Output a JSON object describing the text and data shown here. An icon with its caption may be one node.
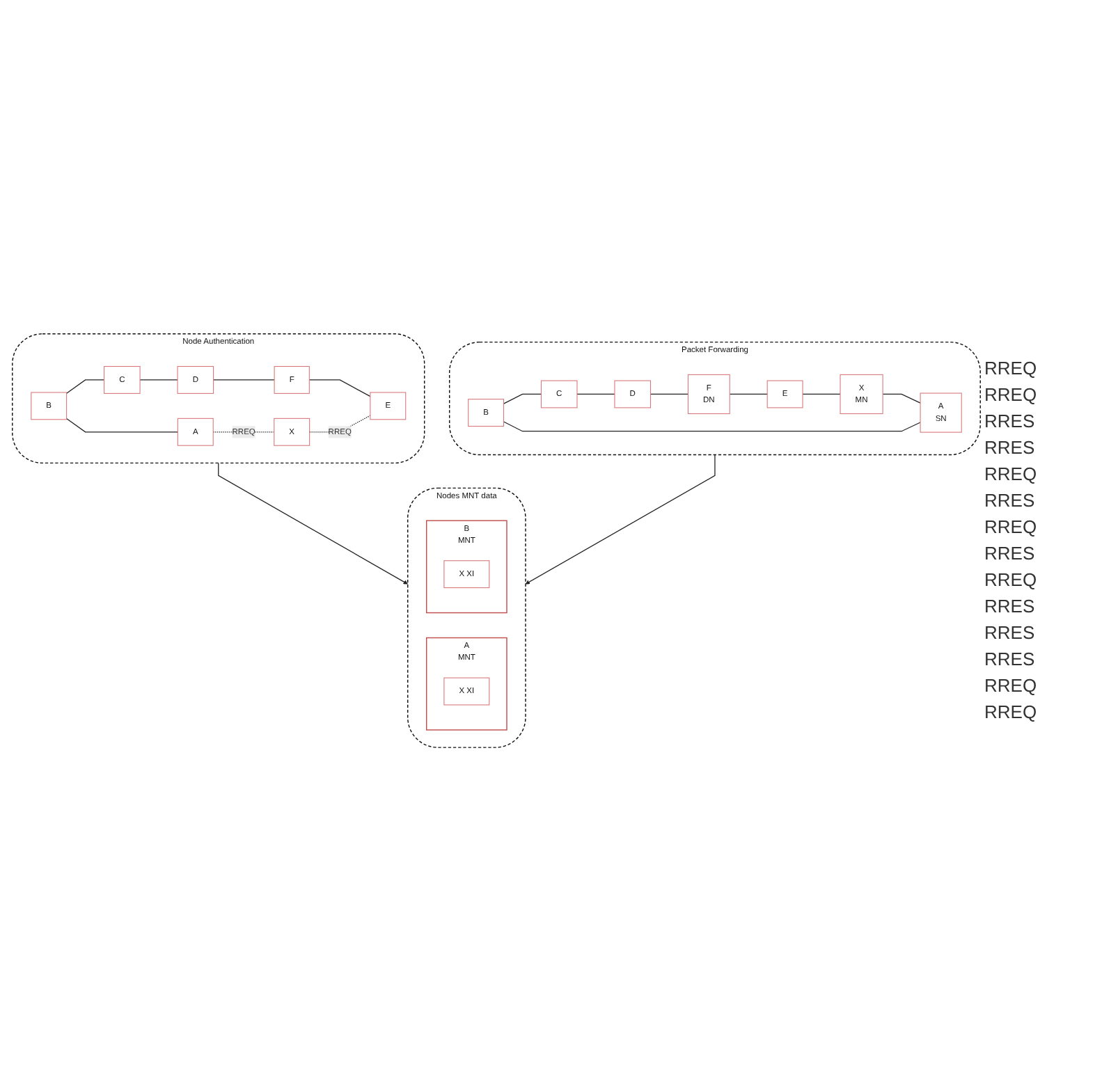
{
  "diagram": {
    "nodes": [
      {
        "text": [
          "Node Authentication"
        ]
      },
      {
        "text": [
          "B"
        ],
        "in": 0
      },
      {
        "text": [
          "A"
        ],
        "in": 0
      },
      {
        "text": [
          "C"
        ],
        "in": 0
      },
      {
        "text": [
          "D"
        ],
        "in": 0
      },
      {
        "text": [
          "X"
        ],
        "in": 0
      },
      {
        "text": [
          "E"
        ],
        "in": 0
      },
      {
        "text": [
          "F"
        ],
        "in": 0
      },
      {
        "text": [
          "Nodes MNT data"
        ]
      },
      {
        "text": [
          "A",
          "MNT"
        ],
        "in": 8
      },
      {
        "text": [
          "X XI"
        ],
        "in": 9
      },
      {
        "text": [
          "B",
          "MNT"
        ],
        "in": 8
      },
      {
        "text": [
          "X XI"
        ],
        "in": 11
      },
      {
        "text": [
          "Packet Forwarding"
        ]
      },
      {
        "text": [
          "B"
        ],
        "in": 13
      },
      {
        "text": [
          "A",
          "SN"
        ],
        "in": 13
      },
      {
        "text": [
          "C"
        ],
        "in": 13
      },
      {
        "text": [
          "D"
        ],
        "in": 13
      },
      {
        "text": [
          "X",
          "MN"
        ],
        "in": 13
      },
      {
        "text": [
          "E"
        ],
        "in": 13
      },
      {
        "text": [
          "F",
          "DN"
        ],
        "in": 13
      }
    ],
    "edges": [
      {
        "from": 1,
        "to": 2,
        "arrow": "none"
      },
      {
        "from": 1,
        "to": 3,
        "arrow": "none"
      },
      {
        "from": 3,
        "to": 4,
        "arrow": "none"
      },
      {
        "from": 4,
        "to": 7,
        "arrow": "none"
      },
      {
        "from": 7,
        "to": 6,
        "arrow": "none"
      },
      {
        "from": 2,
        "to": 5,
        "arrow": "none",
        "label": "RREQ",
        "style": "dashed"
      },
      {
        "from": 5,
        "to": 6,
        "arrow": "none",
        "label": "RREQ",
        "style": "dashed"
      },
      {
        "from": 0,
        "to": 8,
        "arrow": "to"
      },
      {
        "from": 13,
        "to": 8,
        "arrow": "to"
      },
      {
        "from": 15,
        "to": 14,
        "arrow": "none"
      },
      {
        "from": 14,
        "to": 16,
        "arrow": "none"
      },
      {
        "from": 16,
        "to": 17,
        "arrow": "none"
      },
      {
        "from": 17,
        "to": 20,
        "arrow": "none"
      },
      {
        "from": 20,
        "to": 19,
        "arrow": "none"
      },
      {
        "from": 19,
        "to": 18,
        "arrow": "none"
      },
      {
        "from": 18,
        "to": 15,
        "arrow": "none"
      }
    ],
    "labels": [
      "RREQ",
      "RREQ",
      "RRES",
      "RRES",
      "RREQ",
      "RRES",
      "RREQ",
      "RRES",
      "RREQ",
      "RRES",
      "RRES",
      "RRES",
      "RREQ",
      "RREQ"
    ]
  }
}
